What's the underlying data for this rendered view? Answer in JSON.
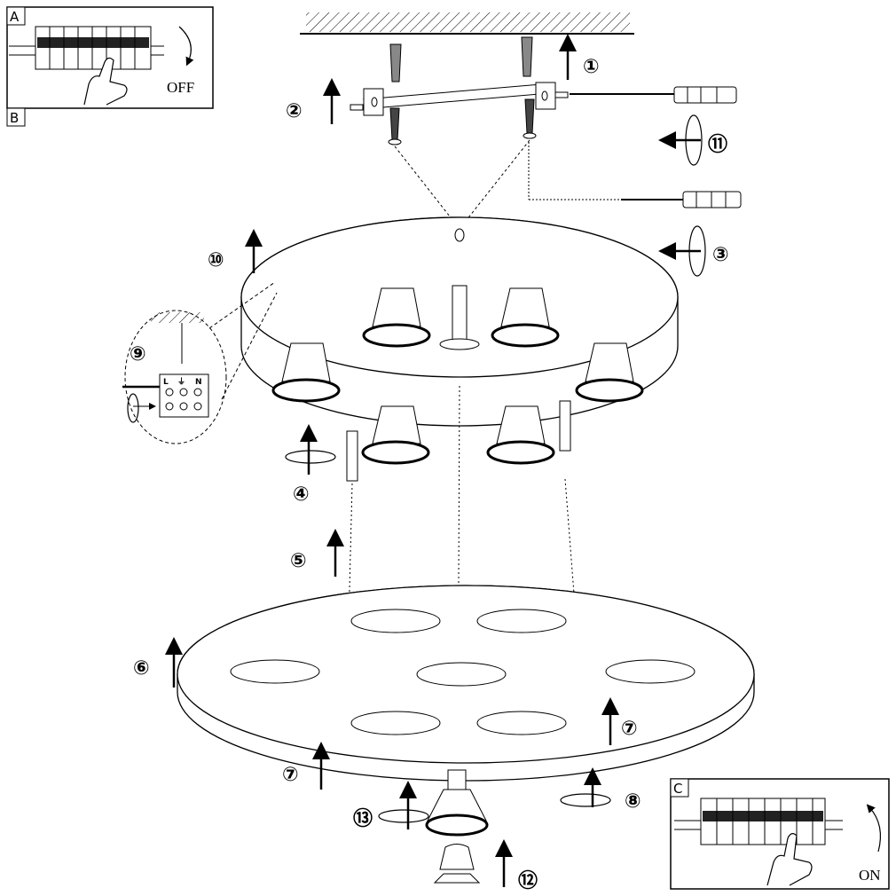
{
  "panels": {
    "a": {
      "label": "A",
      "caption": "OFF"
    },
    "b": {
      "label": "B"
    },
    "c": {
      "label": "C",
      "caption": "ON"
    }
  },
  "steps": [
    "①",
    "②",
    "③",
    "④",
    "⑤",
    "⑥",
    "⑦",
    "⑦",
    "⑧",
    "⑨",
    "⑩",
    "⑪",
    "⑫",
    "⑬"
  ],
  "terminals": [
    "L",
    "⏚",
    "N"
  ]
}
